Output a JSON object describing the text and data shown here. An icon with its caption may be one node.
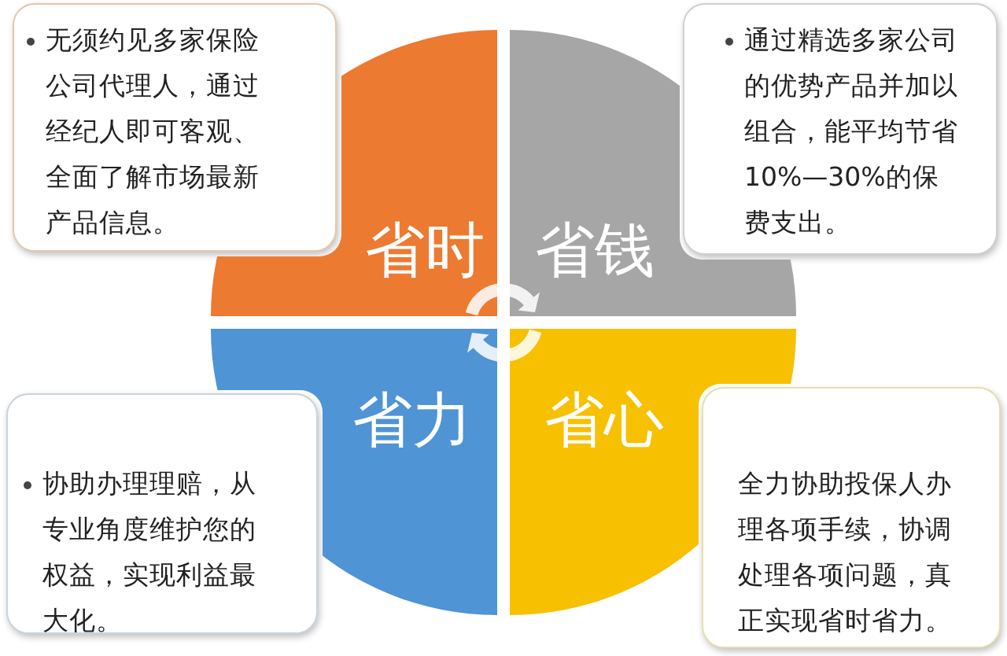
{
  "diagram": {
    "nodes": [
      {
        "text": [
          "省时"
        ]
      },
      {
        "text": [
          "省钱"
        ]
      },
      {
        "text": [
          "省力"
        ]
      },
      {
        "text": [
          "省心"
        ]
      },
      {
        "text": [
          "无须约见多家保险公司代理人，通过经纪人即可客观、全面了解市场最新产品信息。"
        ]
      },
      {
        "text": [
          "通过精选多家公司的优势产品并加以组合，能平均节省10%—30%的保费支出。"
        ]
      },
      {
        "text": [
          "协助办理理赔，从专业角度维护您的权益，实现利益最大化。"
        ]
      },
      {
        "text": [
          "全力协助投保人办理各项手续，协调处理各项问题，真正实现省时省力。"
        ]
      }
    ],
    "edges": []
  }
}
